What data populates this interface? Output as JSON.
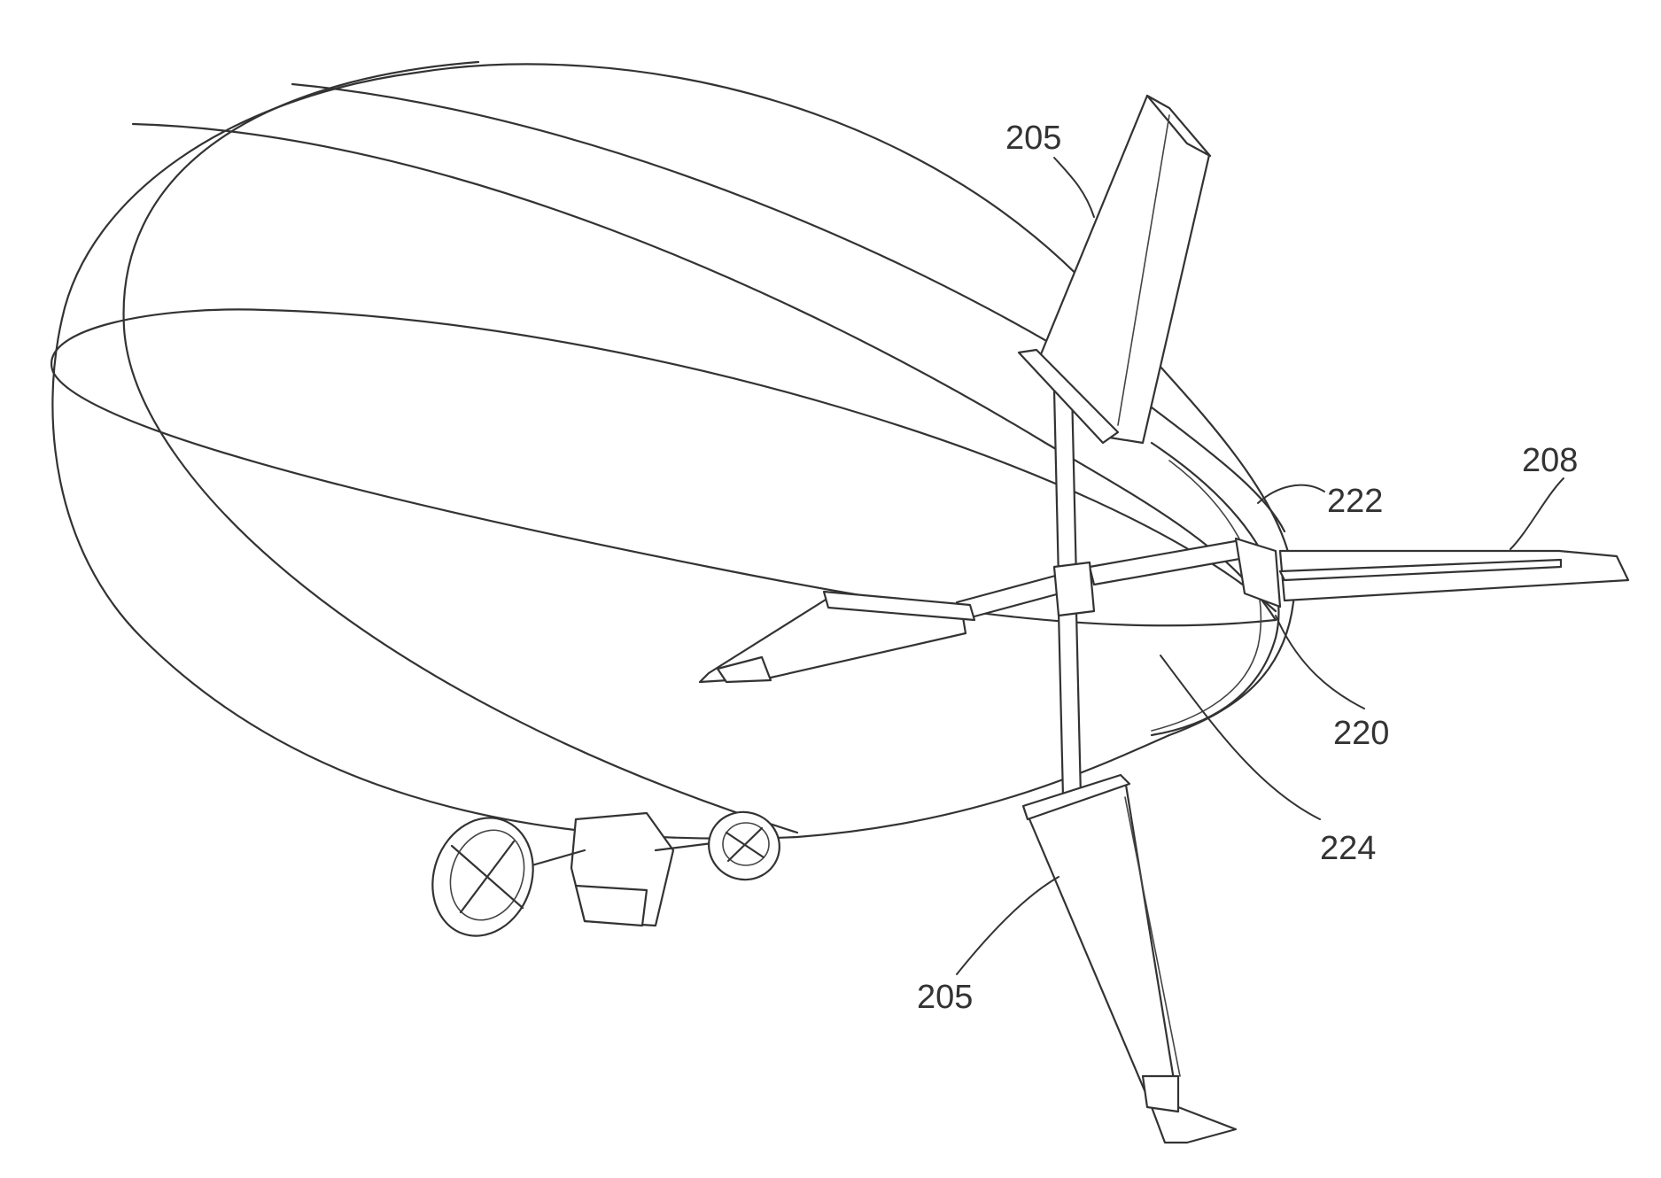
{
  "labels": {
    "fin_top": "205",
    "fin_bottom": "205",
    "fin_right": "208",
    "strut_upper": "222",
    "hub": "220",
    "strut_lower": "224"
  }
}
